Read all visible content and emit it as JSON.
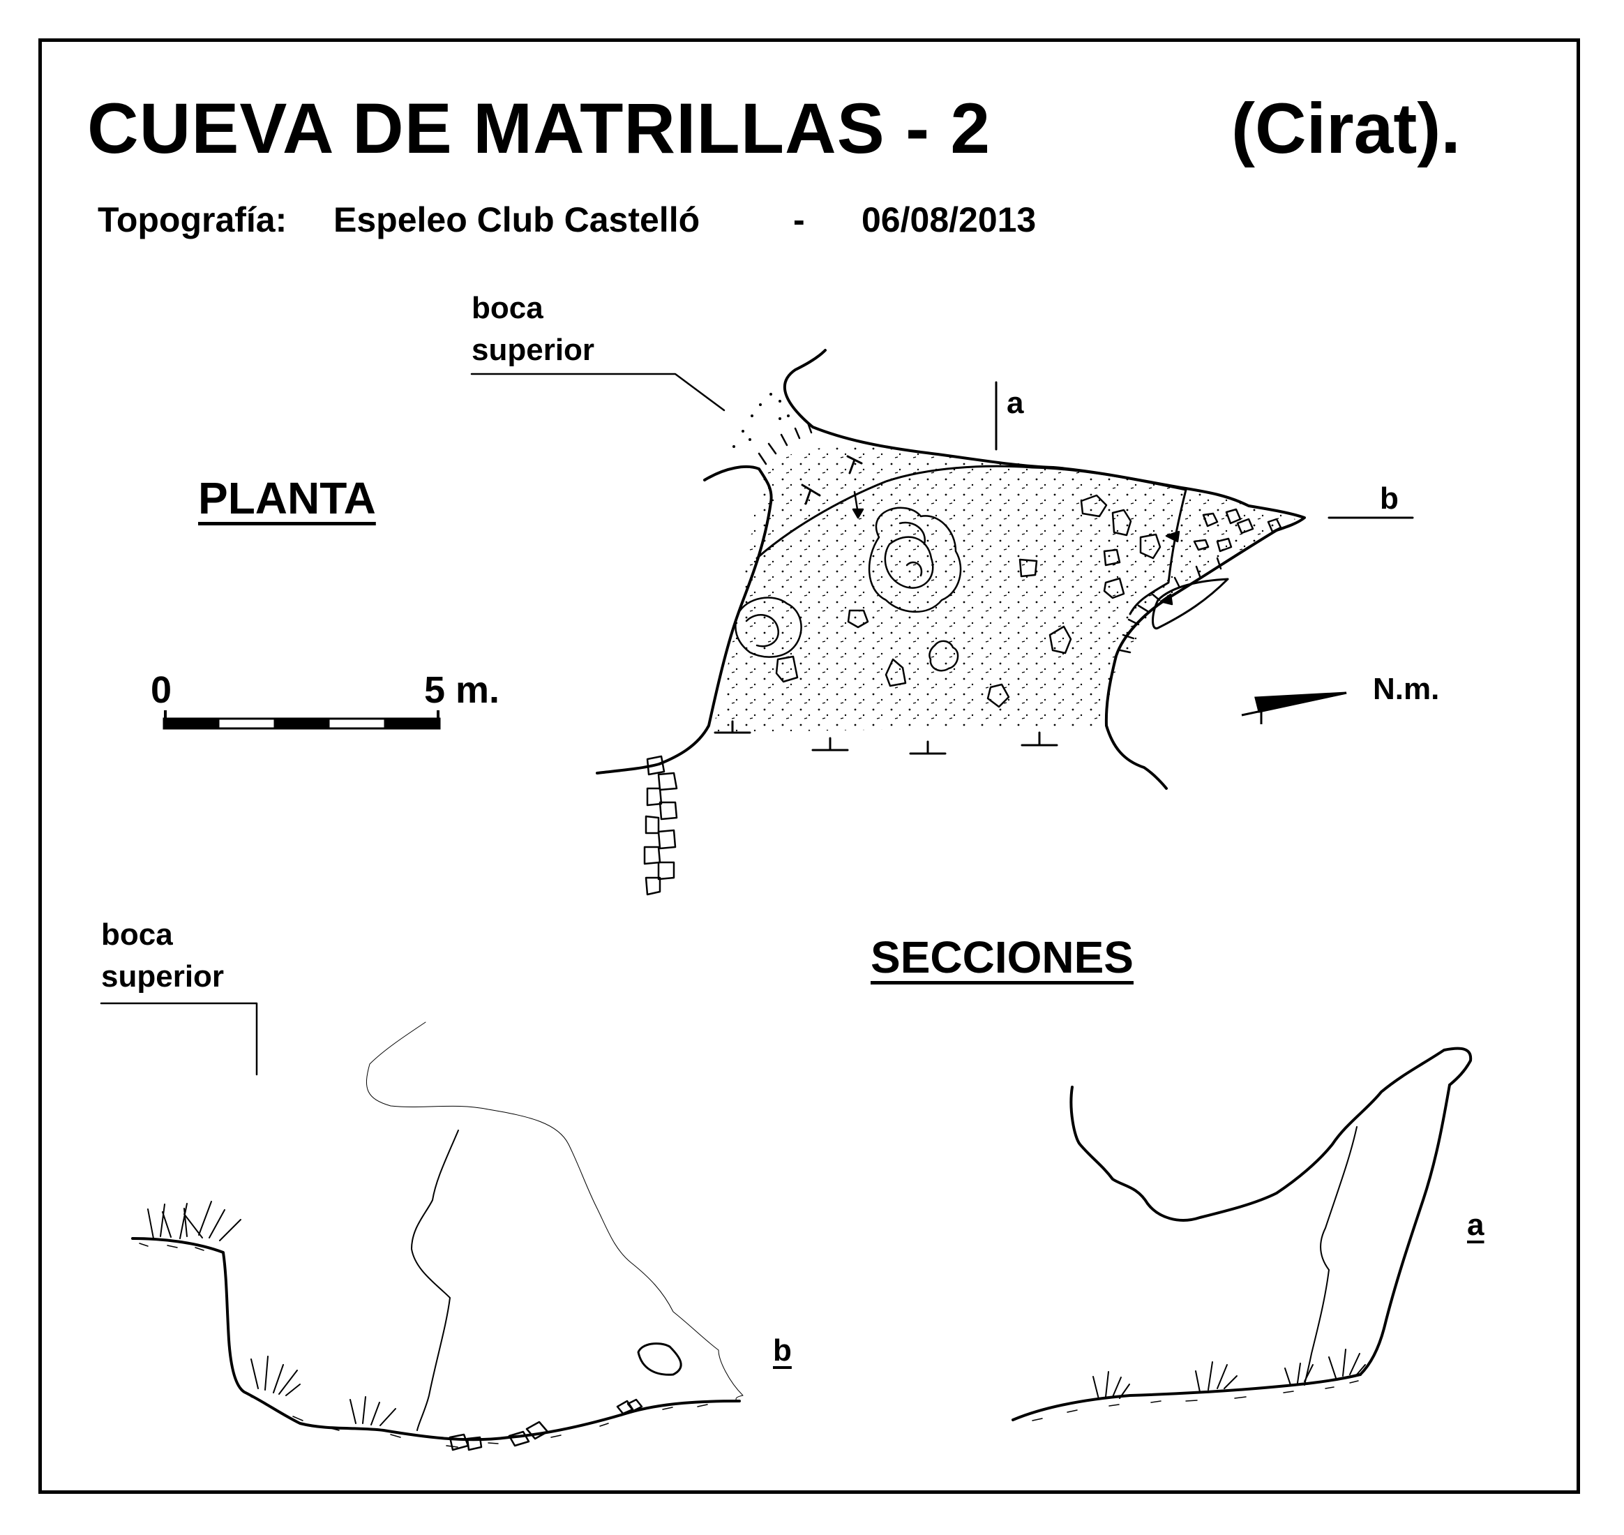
{
  "header": {
    "title": "CUEVA  DE  MATRILLAS - 2",
    "location": "(Cirat).",
    "topography_label": "Topografía:",
    "club": "Espeleo Club Castelló",
    "separator": "-",
    "date": "06/08/2013"
  },
  "plan": {
    "heading": "PLANTA",
    "entrance_label_line1": "boca",
    "entrance_label_line2": "superior",
    "section_a_label": "a",
    "section_b_label": "b",
    "scale_start": "0",
    "scale_end": "5 m.",
    "north_label": "N.m."
  },
  "sections": {
    "heading": "SECCIONES",
    "entrance_label_line1": "boca",
    "entrance_label_line2": "superior",
    "section_b_label": "b",
    "section_a_label": "a"
  }
}
